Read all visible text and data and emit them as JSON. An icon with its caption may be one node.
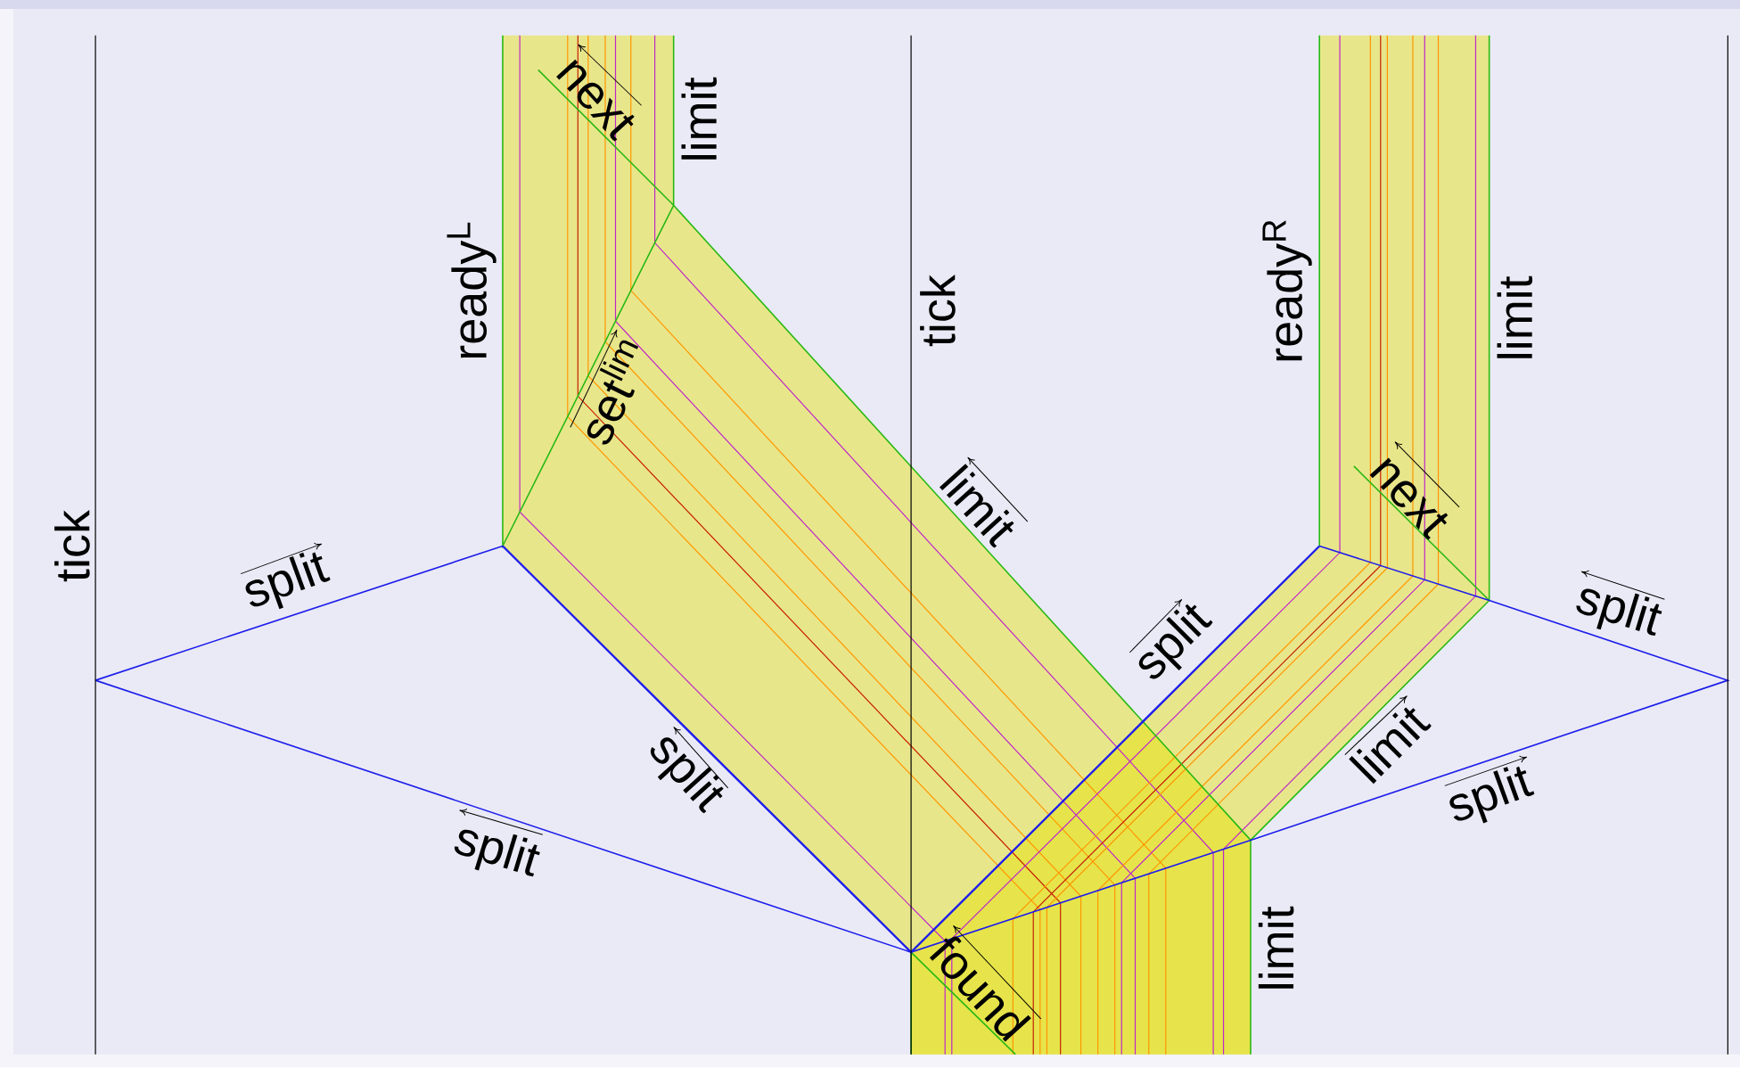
{
  "diagram": {
    "labels": [
      "tick",
      "split",
      "ready$^{L}$",
      "next",
      "limit",
      "set$^{lim}$",
      "split",
      "split",
      "tick",
      "limit",
      "split",
      "found",
      "ready$^{R}$",
      "limit",
      "next",
      "split",
      "limit",
      "split",
      "limit"
    ]
  }
}
